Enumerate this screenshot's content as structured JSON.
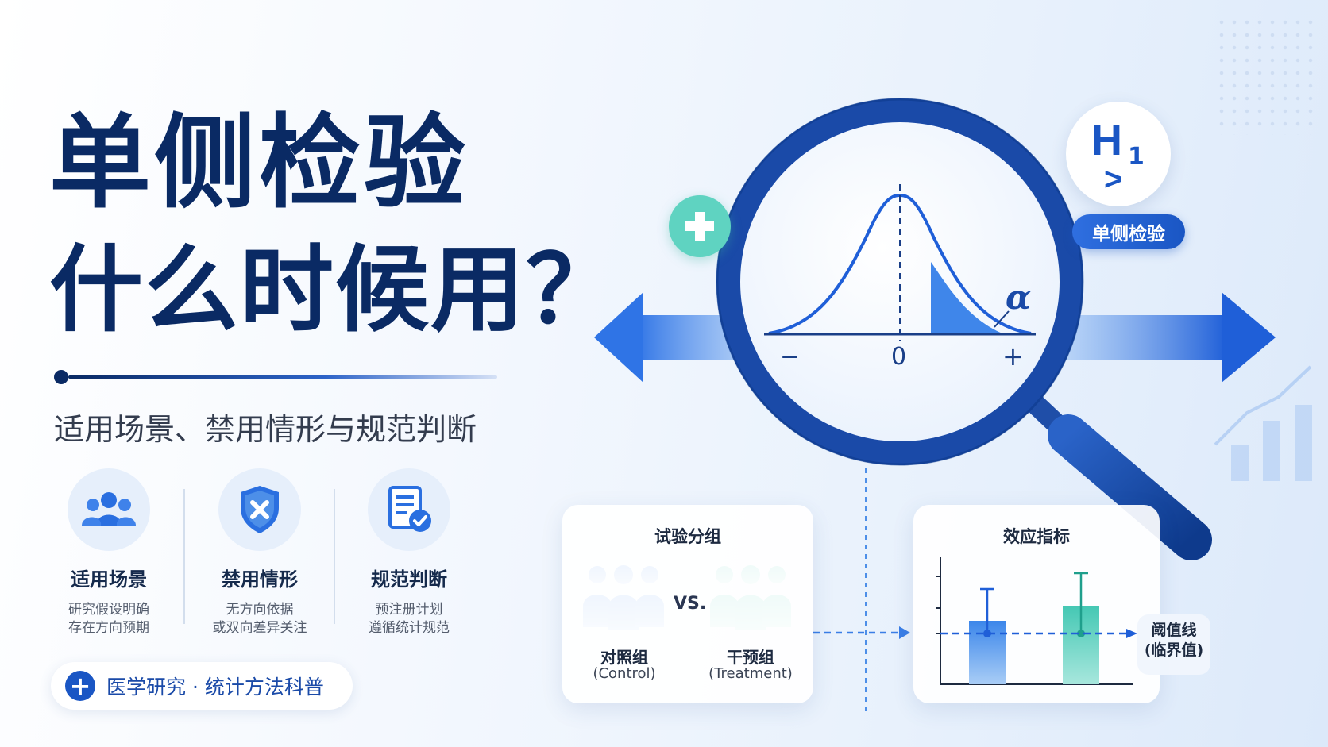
{
  "title": {
    "line1": "单侧检验",
    "line2": "什么时候用？"
  },
  "subtitle": "适用场景、禁用情形与规范判断",
  "features": [
    {
      "icon": "users-icon",
      "label": "适用场景",
      "desc1": "研究假设明确",
      "desc2": "存在方向预期"
    },
    {
      "icon": "shield-x-icon",
      "label": "禁用情形",
      "desc1": "无方向依据",
      "desc2": "或双向差异关注"
    },
    {
      "icon": "document-check-icon",
      "label": "规范判断",
      "desc1": "预注册计划",
      "desc2": "遵循统计规范"
    }
  ],
  "footer_pill": {
    "icon": "medical-cross-icon",
    "text": "医学研究 · 统计方法科普"
  },
  "hypothesis_badge": {
    "h": "H",
    "sub": "1",
    "symbol": ">",
    "tag": "单侧检验"
  },
  "distribution": {
    "alpha_label": "α",
    "axis_minus": "−",
    "axis_zero": "0",
    "axis_plus": "+"
  },
  "trial_card": {
    "title": "试验分组",
    "control_label": "对照组",
    "control_sub": "(Control)",
    "vs": "VS.",
    "treatment_label": "干预组",
    "treatment_sub": "(Treatment)"
  },
  "effect_card": {
    "title": "效应指标",
    "threshold_line1": "阈值线",
    "threshold_line2": "(临界值)"
  },
  "colors": {
    "navy": "#0a2a64",
    "brand_blue": "#1a56c4",
    "light_blue": "#4d8fe8",
    "teal": "#4fcab6",
    "background": "#eef4fc"
  }
}
